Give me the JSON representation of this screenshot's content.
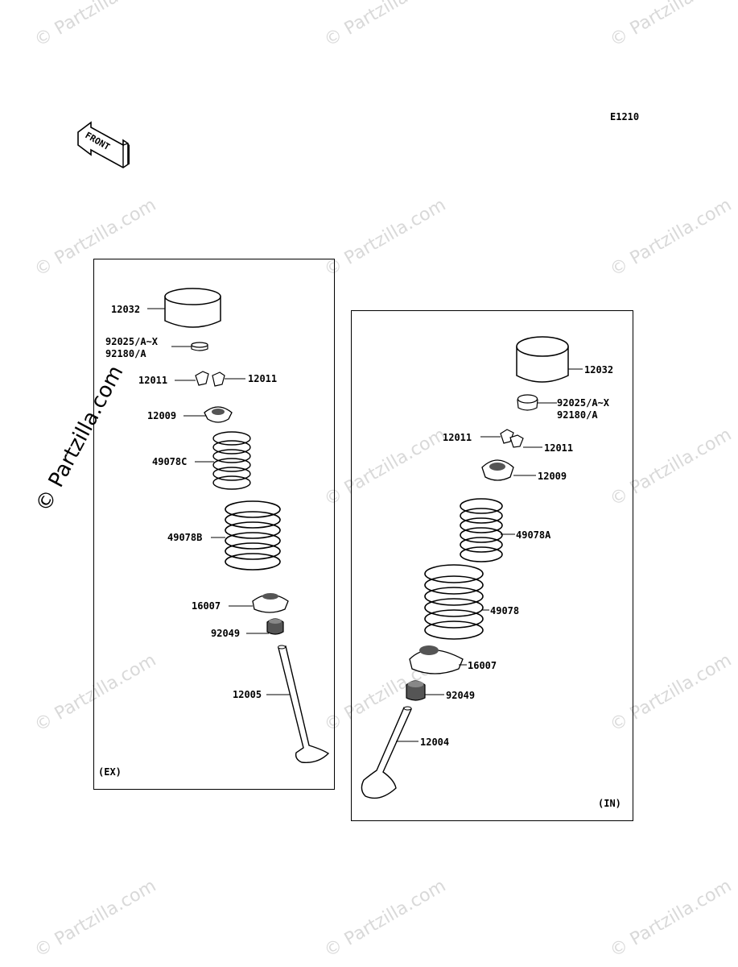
{
  "diagram_code": "E1210",
  "front_label": "FRONT",
  "watermark": "© Partzilla.com",
  "exhaust": {
    "side_label": "(EX)",
    "parts": {
      "lifter": "12032",
      "shim": "92025/A~X",
      "shim2": "92180/A",
      "cotter_left": "12011",
      "cotter_right": "12011",
      "retainer": "12009",
      "inner_spring": "49078C",
      "outer_spring": "49078B",
      "spring_seat": "16007",
      "oil_seal": "92049",
      "valve": "12005"
    }
  },
  "intake": {
    "side_label": "(IN)",
    "parts": {
      "lifter": "12032",
      "shim": "92025/A~X",
      "shim2": "92180/A",
      "cotter_left": "12011",
      "cotter_right": "12011",
      "retainer": "12009",
      "inner_spring": "49078A",
      "outer_spring": "49078",
      "spring_seat": "16007",
      "oil_seal": "92049",
      "valve": "12004"
    }
  }
}
